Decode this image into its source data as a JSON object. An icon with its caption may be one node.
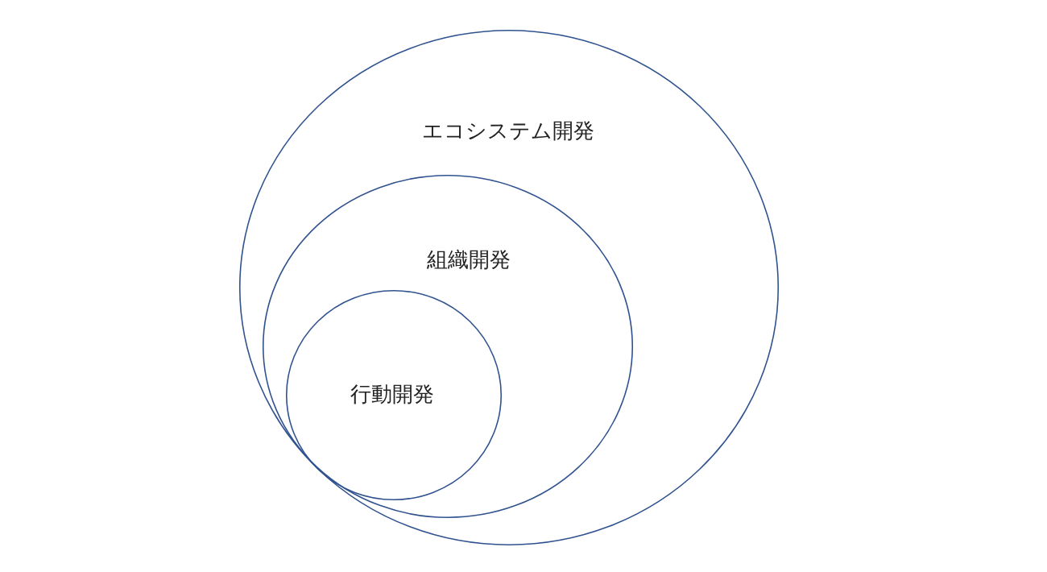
{
  "diagram": {
    "nodes": [
      {
        "text": [
          "エコシステム開発"
        ]
      },
      {
        "text": [
          "組織開発"
        ],
        "in": 0
      },
      {
        "text": [
          "行動開発"
        ],
        "in": 1
      }
    ]
  }
}
